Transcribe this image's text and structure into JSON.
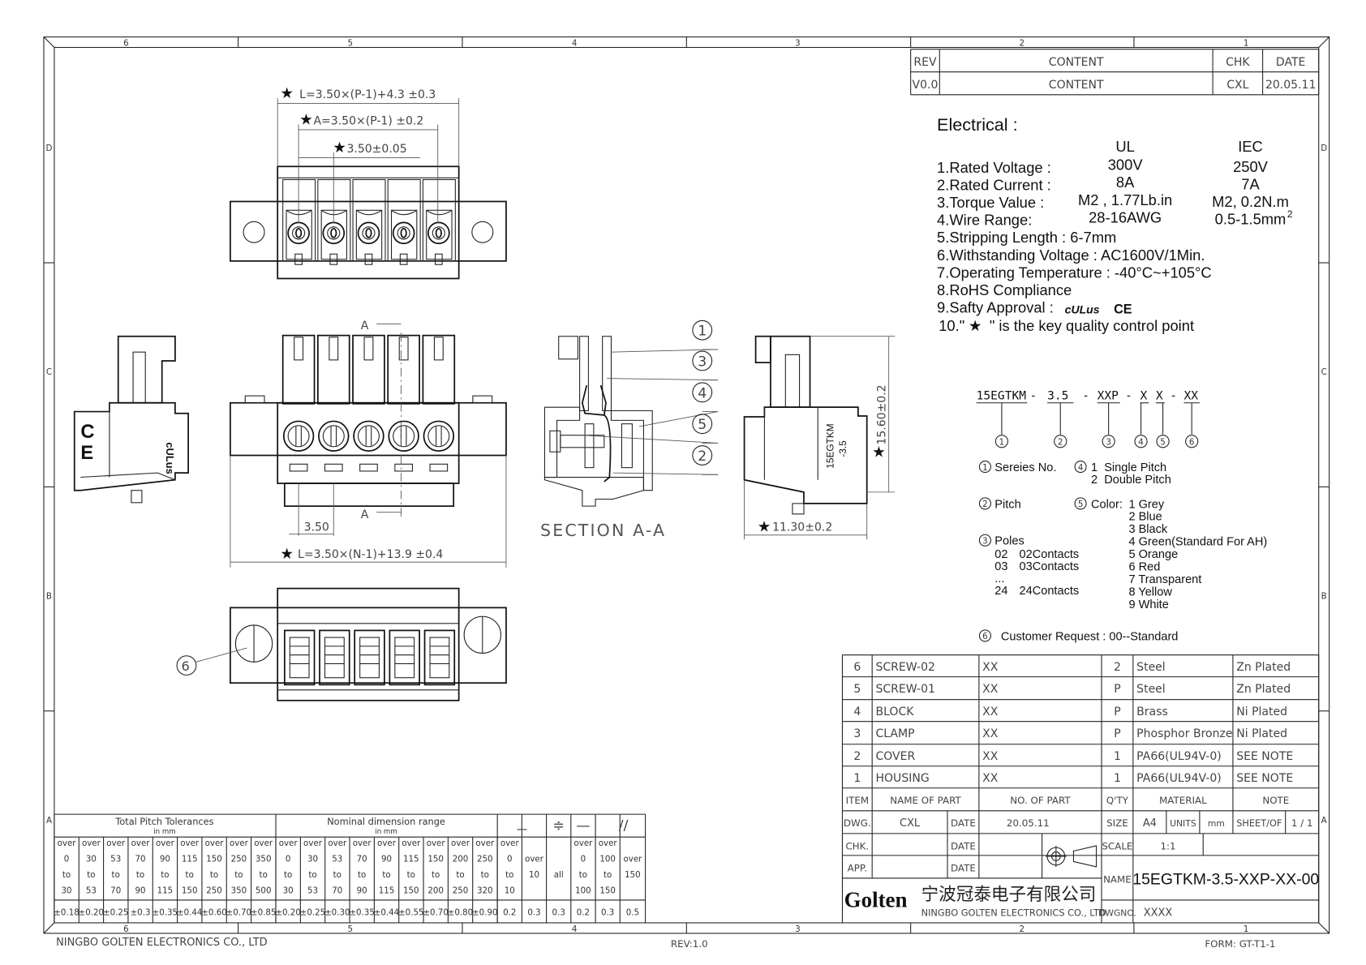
{
  "zones": {
    "cols": [
      "6",
      "5",
      "4",
      "3",
      "2",
      "1"
    ],
    "rows": [
      "D",
      "C",
      "B",
      "A"
    ]
  },
  "rev_table": {
    "headers": [
      "REV",
      "CONTENT",
      "CHK",
      "DATE"
    ],
    "row": [
      "V0.0",
      "CONTENT",
      "CXL",
      "20.05.11"
    ]
  },
  "electrical": {
    "title": "Electrical :",
    "col_ul": "UL",
    "col_iec": "IEC",
    "specs": [
      {
        "label": "1.Rated Voltage :",
        "ul": "300V",
        "iec": "250V"
      },
      {
        "label": "2.Rated Current :",
        "ul": "8A",
        "iec": "7A"
      },
      {
        "label": "3.Torque Value :",
        "ul": "M2 , 1.77Lb.in",
        "iec": "M2, 0.2N.m"
      },
      {
        "label": "4.Wire Range:",
        "ul": "28-16AWG",
        "iec": "0.5-1.5mm",
        "iec_sup": "2"
      }
    ],
    "lines": [
      "5.Stripping Length : 6-7mm",
      "6.Withstanding Voltage : AC1600V/1Min.",
      "7.Operating Temperature : -40°C~+105°C",
      "8.RoHS Compliance",
      "9.Safty Approval :"
    ],
    "approval_marks": [
      "cULus",
      "CE"
    ],
    "note10_prefix": "10.\"",
    "note10_star": "★",
    "note10_suffix": "\" is the key quality control point"
  },
  "part_code": {
    "segments": [
      "15EGTKM",
      "3.5",
      "XXP",
      "X",
      "X",
      "XX"
    ],
    "separators": [
      "-",
      "-",
      "-",
      "-"
    ],
    "markers": [
      "1",
      "2",
      "3",
      "4",
      "5",
      "6"
    ],
    "legend": {
      "series": "Sereies No.",
      "pitch": "Pitch",
      "poles_title": "Poles",
      "poles": [
        [
          "02",
          "02Contacts"
        ],
        [
          "03",
          "03Contacts"
        ],
        [
          "...",
          ""
        ],
        [
          "24",
          "24Contacts"
        ]
      ],
      "pitch_type": [
        "1  Single Pitch",
        "2  Double Pitch"
      ],
      "color_title": "Color:",
      "colors": [
        "1 Grey",
        "2 Blue",
        "3 Black",
        "4 Green(Standard For AH)",
        "5 Orange",
        "6 Red",
        "7 Transparent",
        "8 Yellow",
        "9 White"
      ],
      "customer": "Customer Request : 00--Standard"
    }
  },
  "drawing": {
    "dim_L_top": "L=3.50×(P-1)+4.3  ±0.3",
    "dim_A": "A=3.50×(P-1)  ±0.2",
    "dim_pitch": "3.50±0.05",
    "dim_pitch_front": "3.50",
    "dim_L_front": "L=3.50×(N-1)+13.9  ±0.4",
    "section_mark": "A",
    "section_title": "SECTION  A-A",
    "callouts": [
      "1",
      "3",
      "4",
      "5",
      "2"
    ],
    "bottom_callout": "6",
    "side_marking": [
      "15EGTKM",
      "-3.5"
    ],
    "dim_height": "15.60±0.2",
    "dim_depth": "11.30±0.2",
    "star": "★"
  },
  "bom": {
    "rows": [
      [
        "6",
        "SCREW-02",
        "XX",
        "2",
        "Steel",
        "Zn Plated"
      ],
      [
        "5",
        "SCREW-01",
        "XX",
        "P",
        "Steel",
        "Zn Plated"
      ],
      [
        "4",
        "BLOCK",
        "XX",
        "P",
        "Brass",
        "Ni Plated"
      ],
      [
        "3",
        "CLAMP",
        "XX",
        "P",
        "Phosphor Bronze",
        "Ni Plated"
      ],
      [
        "2",
        "COVER",
        "XX",
        "1",
        "PA66(UL94V-0)",
        "SEE NOTE"
      ],
      [
        "1",
        "HOUSING",
        "XX",
        "1",
        "PA66(UL94V-0)",
        "SEE NOTE"
      ]
    ],
    "headers": [
      "ITEM",
      "NAME  OF  PART",
      "NO. OF  PART",
      "Q'TY",
      "MATERIAL",
      "NOTE"
    ]
  },
  "title_block": {
    "dwg_label": "DWG.",
    "dwg_value": "CXL",
    "date_label": "DATE",
    "dwg_date": "20.05.11",
    "chk_label": "CHK.",
    "app_label": "APP.",
    "size_label": "SIZE",
    "size_value": "A4",
    "units_label": "UNITS",
    "units_value": "mm",
    "sheet_label": "SHEET/OF",
    "sheet_value": "1 / 1",
    "scale_label": "SCALE",
    "scale_value": "1:1",
    "name_label": "NAME",
    "name_value": "15EGTKM-3.5-XXP-XX-00",
    "dwgno_label": "DWGNO.",
    "dwgno_value": "XXXX",
    "logo": "Golten",
    "company_cn": "宁波冠泰电子有限公司",
    "company_en": "NINGBO GOLTEN ELECTRONICS CO., LTD"
  },
  "tolerance": {
    "pitch_title": "Total Pitch Tolerances",
    "nominal_title": "Nominal dimension range",
    "unit": "in mm",
    "symbols": [
      "⊥",
      "≑",
      "—",
      "//"
    ],
    "pitch_ranges": [
      [
        "over",
        "0",
        "to",
        "30"
      ],
      [
        "over",
        "30",
        "to",
        "53"
      ],
      [
        "over",
        "53",
        "to",
        "70"
      ],
      [
        "over",
        "70",
        "to",
        "90"
      ],
      [
        "over",
        "90",
        "to",
        "115"
      ],
      [
        "over",
        "115",
        "to",
        "150"
      ],
      [
        "over",
        "150",
        "to",
        "250"
      ],
      [
        "over",
        "250",
        "to",
        "350"
      ],
      [
        "over",
        "350",
        "to",
        "500"
      ]
    ],
    "pitch_values": [
      "±0.18",
      "±0.20",
      "±0.25",
      "±0.3",
      "±0.35",
      "±0.44",
      "±0.60",
      "±0.70",
      "±0.85"
    ],
    "nominal_ranges": [
      [
        "over",
        "0",
        "to",
        "30"
      ],
      [
        "over",
        "30",
        "to",
        "53"
      ],
      [
        "over",
        "53",
        "to",
        "70"
      ],
      [
        "over",
        "70",
        "to",
        "90"
      ],
      [
        "over",
        "90",
        "to",
        "115"
      ],
      [
        "over",
        "115",
        "to",
        "150"
      ],
      [
        "over",
        "150",
        "to",
        "200"
      ],
      [
        "over",
        "200",
        "to",
        "250"
      ],
      [
        "over",
        "250",
        "to",
        "320"
      ]
    ],
    "nominal_values": [
      "±0.20",
      "±0.25",
      "±0.30",
      "±0.35",
      "±0.44",
      "±0.55",
      "±0.70",
      "±0.80",
      "±0.90"
    ],
    "geo_ranges": [
      [
        "over",
        "0",
        "to",
        "10"
      ],
      [
        "",
        "over",
        "10",
        ""
      ],
      [
        "",
        "",
        "all",
        ""
      ],
      [
        "over",
        "0",
        "to",
        "100"
      ],
      [
        "over",
        "100",
        "to",
        "150"
      ],
      [
        "",
        "over",
        "150",
        ""
      ]
    ],
    "geo_values": [
      "0.2",
      "0.3",
      "0.3",
      "0.2",
      "0.3",
      "0.5"
    ]
  },
  "footer": {
    "company": "NINGBO GOLTEN ELECTRONICS CO., LTD",
    "rev": "REV:1.0",
    "form": "FORM: GT-T1-1"
  }
}
